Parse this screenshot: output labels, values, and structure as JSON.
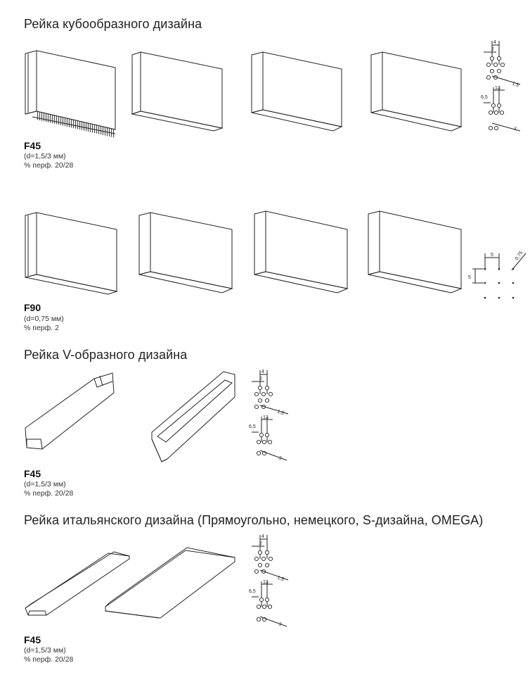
{
  "sections": [
    {
      "heading": "Рейка кубообразного дизайна",
      "groups": [
        {
          "code": "F45",
          "d": "(d=1,5/3 мм)",
          "perf": "% перф. 20/28",
          "diagram": {
            "a_top": "4",
            "a_mid": "2",
            "a_diam": "1,5",
            "b_top": "13",
            "b_left": "6,5",
            "b_diam": "3"
          }
        },
        {
          "code": "F90",
          "d": "(d=0,75 мм)",
          "perf": "% перф. 2",
          "diagram": {
            "top": "5",
            "left": "5",
            "diam": "0,75"
          }
        }
      ]
    },
    {
      "heading": "Рейка V-образного дизайна",
      "groups": [
        {
          "code": "F45",
          "d": "(d=1,5/3 мм)",
          "perf": "% перф. 20/28",
          "diagram": {
            "a_top": "4",
            "a_mid": "2",
            "a_diam": "1,5",
            "b_top": "13",
            "b_left": "6,5",
            "b_diam": "3"
          }
        }
      ]
    },
    {
      "heading": "Рейка итальянского дизайна (Прямоугольно, немецкого, S-дизайна, OMEGA)",
      "groups": [
        {
          "code": "F45",
          "d": "(d=1,5/3 мм)",
          "perf": "% перф. 20/28",
          "diagram": {
            "a_top": "4",
            "a_mid": "2",
            "a_diam": "1,5",
            "b_top": "13",
            "b_left": "6,5",
            "b_diam": "3"
          }
        }
      ]
    }
  ]
}
